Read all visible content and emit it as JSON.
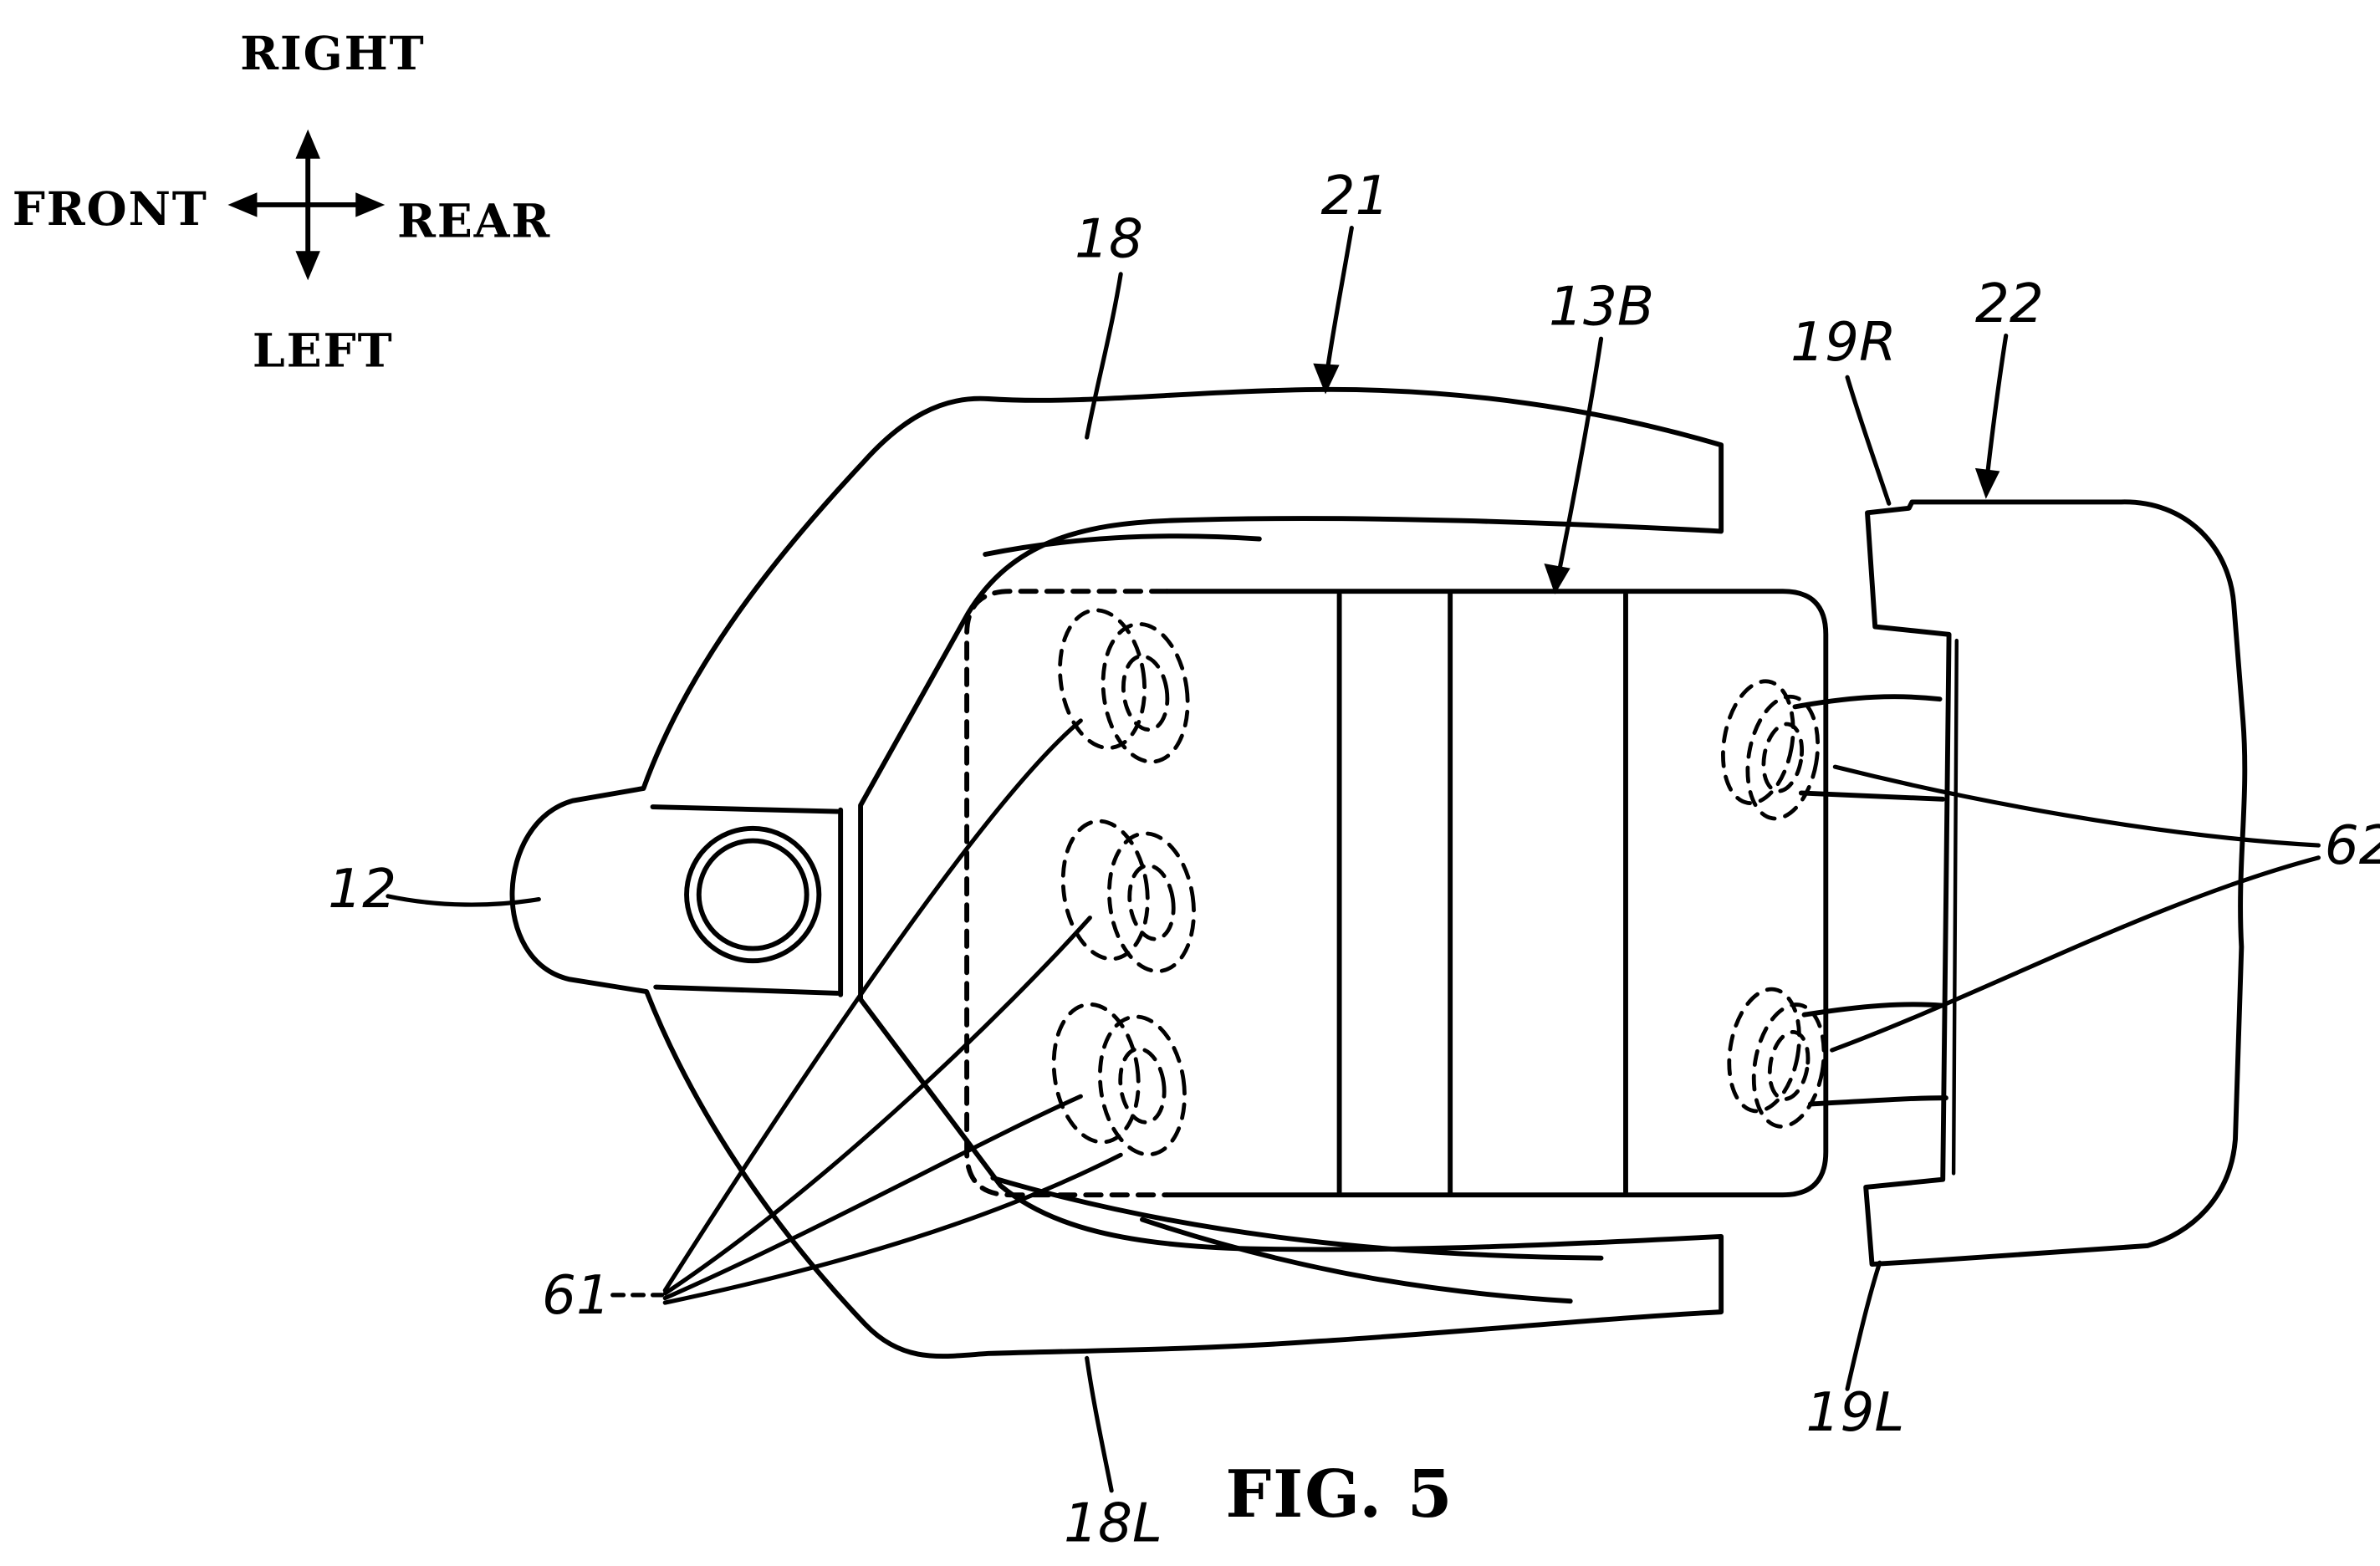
{
  "figure": {
    "caption": "FIG. 5",
    "compass": {
      "top": "RIGHT",
      "left": "FRONT",
      "right": "REAR",
      "bottom": "LEFT"
    },
    "ref_labels": {
      "r18": "18",
      "r21": "21",
      "r13B": "13B",
      "r19R": "19R",
      "r22": "22",
      "r12": "12",
      "r62": "62",
      "r61": "61",
      "r18L": "18L",
      "r19L": "19L"
    },
    "colors": {
      "ink": "#000000",
      "background": "#ffffff"
    }
  }
}
